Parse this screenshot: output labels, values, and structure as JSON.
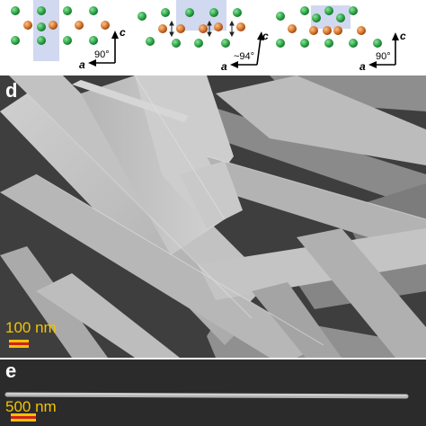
{
  "crystal_panels": [
    {
      "angle_label": "90°",
      "axis_vertical": "c",
      "axis_horizontal": "a"
    },
    {
      "angle_label": "~94°",
      "axis_vertical": "c",
      "axis_horizontal": "a"
    },
    {
      "angle_label": "90°",
      "axis_vertical": "c",
      "axis_horizontal": "a"
    }
  ],
  "panel_d": {
    "letter": "d",
    "scale_label": "100 nm"
  },
  "panel_e": {
    "letter": "e",
    "scale_label": "500 nm"
  },
  "colors": {
    "atom_green": "#2fa84a",
    "atom_orange": "#d8772a",
    "unit_cell": "#c9d2ee",
    "scale_yellow": "#f2c400",
    "scale_red": "#d42020",
    "sem_background": "#4a4a4a",
    "sem_ribbon": "#b9b9b9"
  }
}
